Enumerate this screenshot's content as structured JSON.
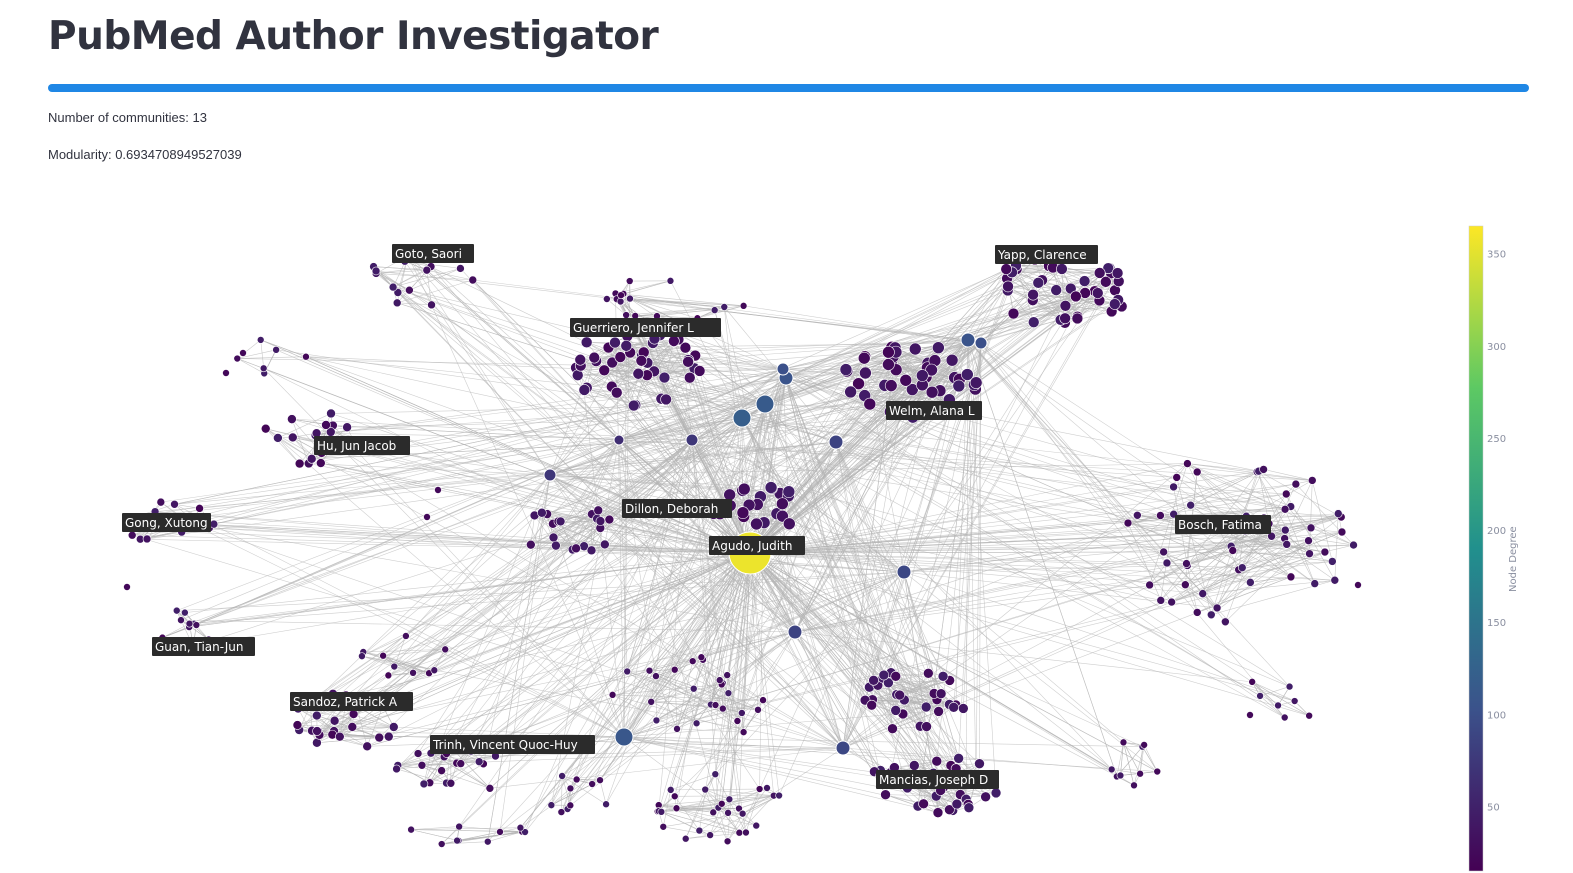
{
  "app": {
    "title": "PubMed Author Investigator",
    "accent_color": "#1f87e5"
  },
  "stats": {
    "communities": "Number of communities: 13",
    "modularity": "Modularity: 0.6934708949527039"
  },
  "graph": {
    "colorbar_title": "Node Degree",
    "colorbar_ticks": [
      "350",
      "300",
      "250",
      "200",
      "150",
      "100",
      "50"
    ],
    "colorscale": [
      "#440154",
      "#3b528b",
      "#21908d",
      "#5dc963",
      "#fde725"
    ],
    "edge_color": "#b4b4b4",
    "labels": [
      "Goto, Saori",
      "Yapp, Clarence",
      "Guerriero, Jennifer L",
      "Welm, Alana L",
      "Hu, Jun Jacob",
      "Gong, Xutong",
      "Dillon, Deborah",
      "Bosch, Fatima",
      "Agudo, Judith",
      "Guan, Tian-Jun",
      "Sandoz, Patrick A",
      "Trinh, Vincent Quoc-Huy",
      "Mancias, Joseph D"
    ]
  }
}
